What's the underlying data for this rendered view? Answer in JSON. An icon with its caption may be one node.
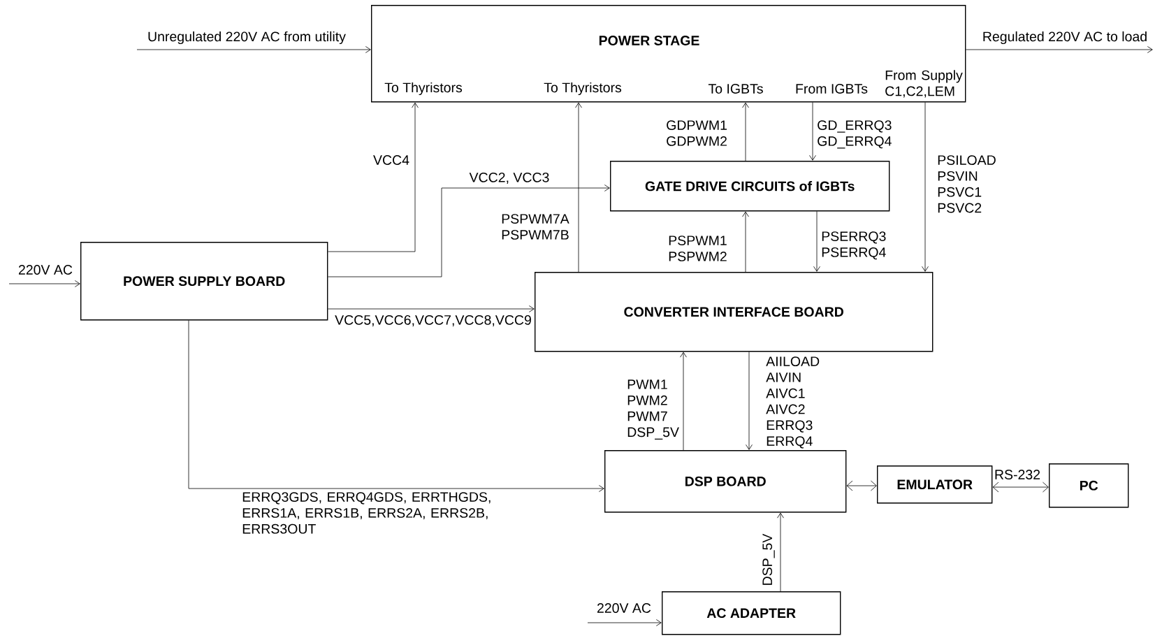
{
  "diagram": {
    "nodes": [
      {
        "text": [
          "POWER STAGE",
          "To Thyristors",
          "To Thyristors",
          "To IGBTs",
          "From IGBTs",
          "From Supply C1,C2,LEM"
        ]
      },
      {
        "text": [
          "GATE DRIVE CIRCUITS of IGBTs"
        ]
      },
      {
        "text": [
          "POWER SUPPLY BOARD"
        ]
      },
      {
        "text": [
          "CONVERTER INTERFACE BOARD"
        ]
      },
      {
        "text": [
          "DSP BOARD"
        ]
      },
      {
        "text": [
          "EMULATOR"
        ]
      },
      {
        "text": [
          "PC"
        ]
      },
      {
        "text": [
          "AC ADAPTER"
        ]
      }
    ],
    "edges": [
      {
        "from": null,
        "to": 0,
        "arrow": "to",
        "label": "Unregulated 220V AC  from utility"
      },
      {
        "from": 0,
        "to": null,
        "arrow": "to",
        "label": "Regulated 220V AC to load"
      },
      {
        "from": 2,
        "to": 0,
        "arrow": "to",
        "label": "VCC4"
      },
      {
        "from": 2,
        "to": 1,
        "arrow": "to",
        "label": "VCC2, VCC3"
      },
      {
        "from": 2,
        "to": 3,
        "arrow": "to",
        "label": "VCC5,VCC6,VCC7,VCC8,VCC9"
      },
      {
        "from": 2,
        "to": 4,
        "arrow": "to",
        "label": "ERRQ3GDS, ERRQ4GDS, ERRTHGDS, ERRS1A, ERRS1B, ERRS2A, ERRS2B, ERRS3OUT"
      },
      {
        "from": 3,
        "to": 0,
        "arrow": "to",
        "label": "PSPWM7A PSPWM7B"
      },
      {
        "from": 1,
        "to": 0,
        "arrow": "to",
        "label": "GDPWM1 GDPWM2"
      },
      {
        "from": 0,
        "to": 1,
        "arrow": "to",
        "label": "GD_ERRQ3 GD_ERRQ4"
      },
      {
        "from": 3,
        "to": 1,
        "arrow": "to",
        "label": "PSPWM1 PSPWM2"
      },
      {
        "from": 1,
        "to": 3,
        "arrow": "to",
        "label": "PSERRQ3 PSERRQ4"
      },
      {
        "from": 0,
        "to": 3,
        "arrow": "to",
        "label": "PSILOAD PSVIN PSVC1 PSVC2"
      },
      {
        "from": 4,
        "to": 3,
        "arrow": "to",
        "label": "PWM1 PWM2 PWM7 DSP_5V"
      },
      {
        "from": 3,
        "to": 4,
        "arrow": "to",
        "label": "AIILOAD AIVIN AIVC1 AIVC2 ERRQ3 ERRQ4"
      },
      {
        "from": 4,
        "to": 5,
        "arrow": "both"
      },
      {
        "from": 5,
        "to": 6,
        "arrow": "both",
        "label": "RS-232"
      },
      {
        "from": 7,
        "to": 4,
        "arrow": "to",
        "label": "DSP_5V"
      },
      {
        "from": null,
        "to": 7,
        "arrow": "to",
        "label": "220V AC"
      },
      {
        "from": null,
        "to": 2,
        "arrow": "to",
        "label": "220V AC"
      }
    ]
  }
}
